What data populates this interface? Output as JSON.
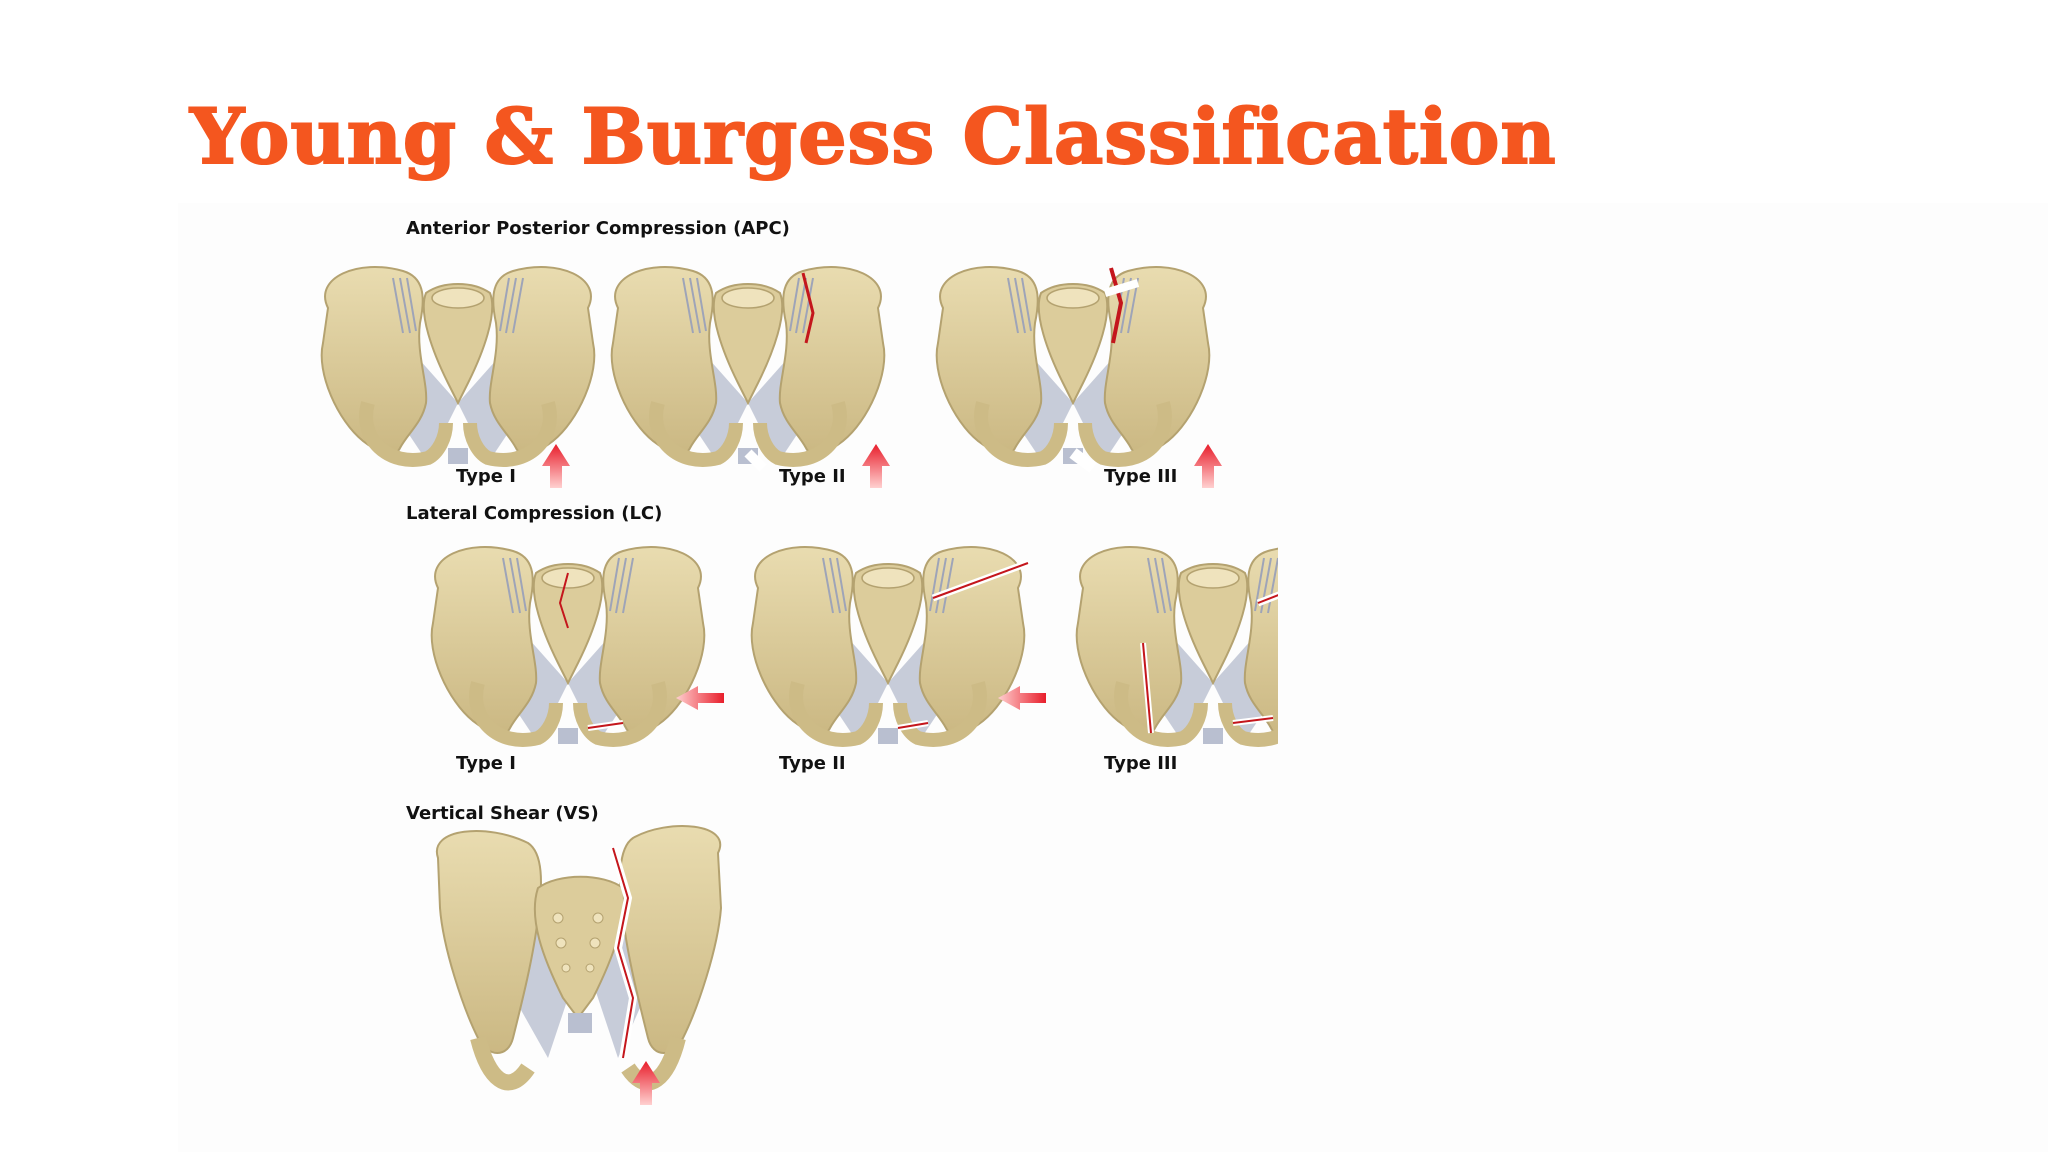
{
  "slide": {
    "title": "Young & Burgess Classification"
  },
  "sections": {
    "apc": {
      "label": "Anterior Posterior Compression (APC)",
      "types": [
        "Type I",
        "Type II",
        "Type III"
      ]
    },
    "lc": {
      "label": "Lateral Compression (LC)",
      "types": [
        "Type I",
        "Type II",
        "Type III"
      ]
    },
    "vs": {
      "label": "Vertical Shear (VS)"
    }
  },
  "colors": {
    "title": "#f4561f",
    "bone": "#d9c998",
    "bone_outline": "#b4a270",
    "ligament": "#b9bfd0",
    "fracture": "#c4161c",
    "arrow": "#e81e2b"
  },
  "icons": [
    "pelvis-illustration",
    "force-arrow-icon",
    "fracture-line"
  ]
}
